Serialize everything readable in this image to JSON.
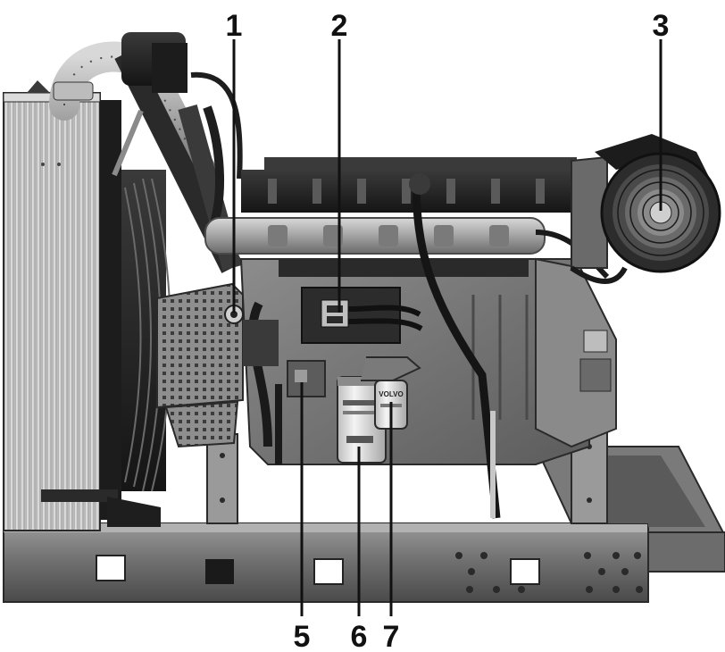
{
  "diagram": {
    "callouts": [
      {
        "id": "1",
        "label": "1"
      },
      {
        "id": "2",
        "label": "2"
      },
      {
        "id": "3",
        "label": "3"
      },
      {
        "id": "5",
        "label": "5"
      },
      {
        "id": "6",
        "label": "6"
      },
      {
        "id": "7",
        "label": "7"
      }
    ],
    "filter_brand_text": "VOLVO"
  }
}
